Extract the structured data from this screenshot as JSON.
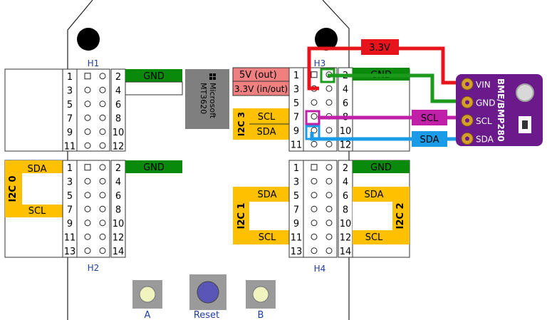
{
  "headers": {
    "h1": "H1",
    "h2": "H2",
    "h3": "H3",
    "h4": "H4"
  },
  "chip": {
    "brand": "Microsoft",
    "model": "MT3620"
  },
  "h1": {
    "left_pins": [
      "1",
      "3",
      "5",
      "7",
      "9",
      "11"
    ],
    "right_pins": [
      "2",
      "4",
      "6",
      "8",
      "10",
      "12"
    ]
  },
  "h2": {
    "left_pins": [
      "1",
      "3",
      "5",
      "7",
      "9",
      "11",
      "13"
    ],
    "right_pins": [
      "2",
      "4",
      "6",
      "8",
      "10",
      "12",
      "14"
    ]
  },
  "h3": {
    "left_pins": [
      "1",
      "3",
      "5",
      "7",
      "9",
      "11"
    ],
    "right_pins": [
      "2",
      "4",
      "6",
      "8",
      "10",
      "12"
    ]
  },
  "h4": {
    "left_pins": [
      "1",
      "3",
      "5",
      "7",
      "9",
      "11",
      "13"
    ],
    "right_pins": [
      "2",
      "4",
      "6",
      "8",
      "10",
      "12",
      "14"
    ]
  },
  "labels": {
    "gnd": "GND",
    "sda": "SDA",
    "scl": "SCL",
    "i2c0": "I2C 0",
    "i2c1": "I2C 1",
    "i2c2": "I2C 2",
    "i2c3": "I2C 3",
    "v5": "5V (out)",
    "v33": "3.3V (in/out)"
  },
  "wires": {
    "v33": "3.3V",
    "scl": "SCL",
    "sda": "SDA"
  },
  "sensor": {
    "name": "BME/BMP280",
    "pins": [
      "VIN",
      "GND",
      "SCL",
      "SDA"
    ]
  },
  "buttons": {
    "a": "A",
    "reset": "Reset",
    "b": "B"
  },
  "colors": {
    "gnd": "#0a8a0a",
    "i2c": "#ffc000",
    "power": "#f08080",
    "wire_power": "#e8141b",
    "wire_gnd": "#1c9a1c",
    "wire_scl": "#c020a8",
    "wire_sda": "#1a9be8",
    "sensor_board": "#6a1a8a",
    "chip": "#7f7f7f",
    "header_text": "#1f3f9f"
  }
}
